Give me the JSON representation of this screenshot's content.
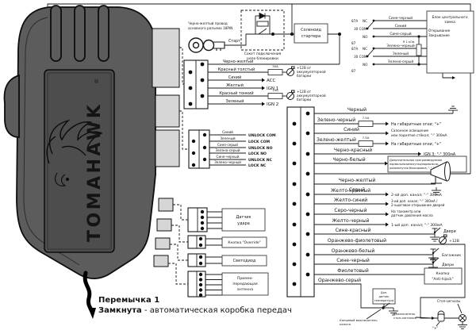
{
  "device": {
    "brand": "TOMAHAWK",
    "reg": "®"
  },
  "starter": {
    "note1": "Черно-желтый провод",
    "note2": "основного разъема 18PIN",
    "start": "Старт",
    "socket1": "Сокет подключения",
    "socket2": "реле блокировки",
    "solenoid1": "Соленоид",
    "solenoid2": "стартера"
  },
  "power": {
    "rows": [
      {
        "name": "Черно-желтый"
      },
      {
        "name": "Красный толстый",
        "fuse": "30А"
      },
      {
        "name": "Синий",
        "to": "ACC"
      },
      {
        "name": "Желтый",
        "to": "IGN 1"
      },
      {
        "name": "Красный тонкий",
        "fuse": "10А"
      },
      {
        "name": "Зеленый",
        "to": "IGN 2"
      }
    ],
    "battery1": "+12В от",
    "battery2": "аккумуляторной",
    "battery3": "батареи"
  },
  "lock": {
    "rows": [
      {
        "wire": "Синий",
        "pin": "UNLOCK COM"
      },
      {
        "wire": "Зеленый",
        "pin": "LOCK COM"
      },
      {
        "wire": "Сине-серый",
        "pin": "UNLOCK NO"
      },
      {
        "wire": "Зелено-серый",
        "pin": "LOCK NO"
      },
      {
        "wire": "Сине-черный",
        "pin": "UNLOCK NC"
      },
      {
        "wire": "Зелено-черный",
        "pin": "LOCK NC"
      }
    ]
  },
  "peripherals": {
    "shock1": "Датчик",
    "shock2": "удара",
    "override": "Кнопка \"Override\"",
    "led": "Светодиод",
    "ant1": "Приемо-",
    "ant2": "передающая",
    "ant3": "антенна"
  },
  "central": {
    "relay": {
      "a87": "87А",
      "nc": "NC",
      "com": "30 СОМ",
      "no": "NO",
      "p87": "87"
    },
    "wires": [
      "Сине-черный",
      "Синий",
      "Сине-серый",
      "Зелено-черный",
      "Зеленый",
      "Зелено-серый"
    ],
    "resistor": "R 1 кОм",
    "box1": "Блок центрального",
    "box2": "замка",
    "open": "Открывание",
    "close": "Закрывание"
  },
  "harness": {
    "wires": [
      "Черный",
      "Зелено-черный",
      "Синий",
      "Зелено-желтый",
      "Черно-красный",
      "Черно-белый",
      "Черно-желтый",
      "Серый",
      "Желто-красный",
      "Желто-синий",
      "Серо-черный",
      "Желто-черный",
      "Сине-красный",
      "Оранжево-фиолетовый",
      "Оранжево-белый",
      "Сине-черный",
      "Фиолетовый",
      "Оранжево-серый"
    ],
    "fuse": "7.5А",
    "ann": {
      "parking": "На габаритные огни; \"+\"",
      "salon1": "Салонное освещение",
      "salon2": "или поднятие стёкол; \"-\" 300мА",
      "ign3": "IGN 3; \"-\" 300мА",
      "block1": "Дополнительная программируемая",
      "block2": "нормальнозамкнутая/нормально-",
      "block3": "разомкнутая блокировка; \"-\" 300мА",
      "ch2": "2-ой доп. канал; \"-\" 300мА",
      "ch3a": "3-ий доп. канал; \"-\" 300мА /",
      "ch3b": "2-хшаговое открывание дверей",
      "tacho1": "На тахометр или",
      "tacho2": "датчик давления масла",
      "ch1": "1-ый доп. канал; \"-\" 300мА",
      "doors": "Двери",
      "plus12": "+12В",
      "trunk": "Багажник",
      "doors2": "Двери",
      "hijack1": "Кнопка",
      "hijack2": "\"Anti-hijack\""
    }
  },
  "bottom": {
    "temp1": "Доп.",
    "temp2": "датчик",
    "temp3": "температуры",
    "hood1": "Концевой выключатель",
    "hood2": "капота",
    "stoplights": "Стоп-сигналы",
    "stopswitch1": "Выключатель",
    "stopswitch2": "стоп-сигналов",
    "plus": "\"+\""
  },
  "caption": {
    "line1": "Перемычка 1",
    "bold": "Замкнута",
    "rest": " - автоматическая коробка передач"
  }
}
